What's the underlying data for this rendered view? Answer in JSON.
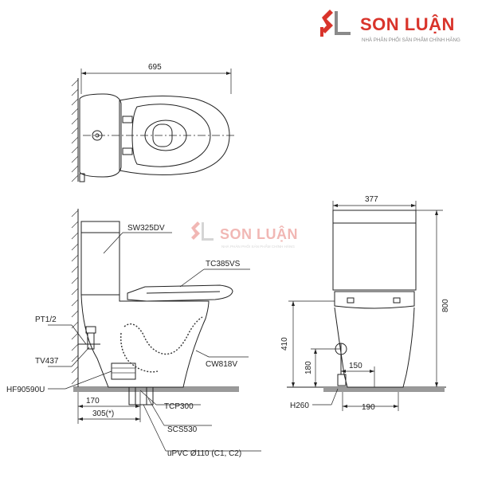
{
  "brand": {
    "name": "SON LUẬN",
    "tagline": "NHÀ PHÂN PHỐI SẢN PHẨM CHÍNH HÃNG",
    "watermark_name": "SON LUẬN",
    "watermark_tagline": "NHÀ PHÂN PHỐI SẢN PHẨM CHÍNH HÃNG",
    "logo_letters": "SL",
    "color_primary": "#d9342b",
    "color_secondary": "#8a8a8a"
  },
  "top_view": {
    "width_dim": "695"
  },
  "side_view": {
    "parts": {
      "tank": "SW325DV",
      "seat": "TC385VS",
      "bowl": "CW818V",
      "flange": "TCP300",
      "pipe_sleeve": "SCS530",
      "drain_pipe": "uPVC Ø110 (C1, C2)",
      "supply_thread": "PT1/2",
      "stop_valve": "TV437",
      "hose": "HF90590U"
    },
    "dims": {
      "d170": "170",
      "d305": "305(*)"
    }
  },
  "front_view": {
    "dims": {
      "width": "377",
      "height": "800",
      "seat_height": "410",
      "inlet_height": "180",
      "inlet_offset": "150",
      "floor_offset": "190",
      "h260": "H260"
    }
  }
}
